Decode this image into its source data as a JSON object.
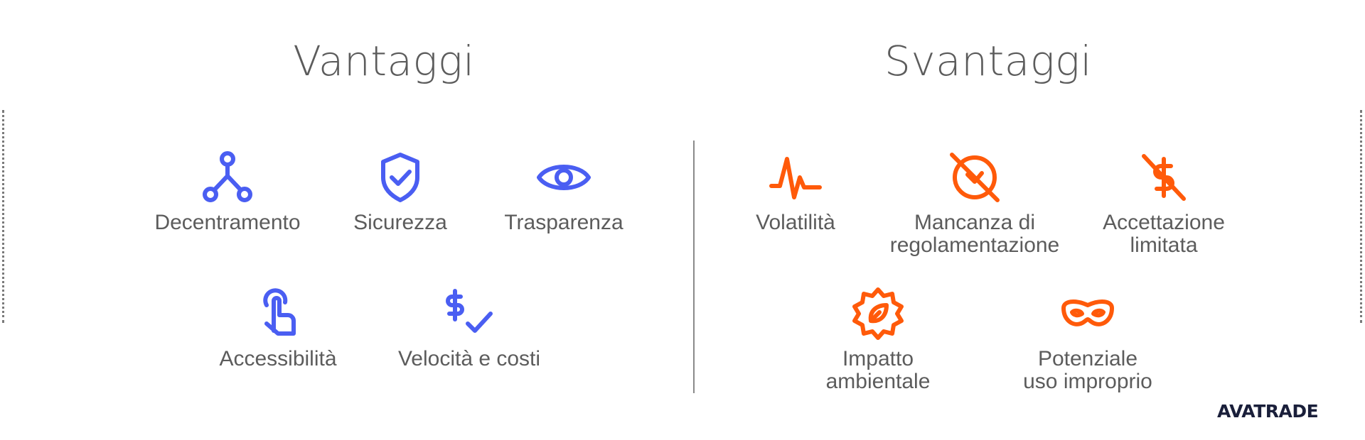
{
  "advantages": {
    "title": "Vantaggi",
    "items": [
      {
        "label": "Decentramento",
        "icon": "network-nodes-icon"
      },
      {
        "label": "Sicurezza",
        "icon": "shield-check-icon"
      },
      {
        "label": "Trasparenza",
        "icon": "eye-icon"
      },
      {
        "label": "Accessibilità",
        "icon": "tap-finger-icon"
      },
      {
        "label": "Velocità e costi",
        "icon": "dollar-check-icon"
      }
    ]
  },
  "disadvantages": {
    "title": "Svantaggi",
    "items": [
      {
        "label": "Volatilità",
        "icon": "pulse-icon"
      },
      {
        "label_lines": [
          "Mancanza di",
          "regolamentazione"
        ],
        "icon": "no-regulation-icon"
      },
      {
        "label_lines": [
          "Accettazione",
          "limitata"
        ],
        "icon": "no-dollar-icon"
      },
      {
        "label_lines": [
          "Impatto",
          "ambientale"
        ],
        "icon": "leaf-badge-icon"
      },
      {
        "label_lines": [
          "Potenziale",
          "uso improprio"
        ],
        "icon": "mask-icon"
      }
    ]
  },
  "colors": {
    "advantage_icon": "#4a5ef2",
    "disadvantage_icon": "#ff5a0a",
    "text": "#5c5c5c",
    "divider": "#8a8a8a"
  },
  "logo": {
    "text": "AVATRADE"
  }
}
